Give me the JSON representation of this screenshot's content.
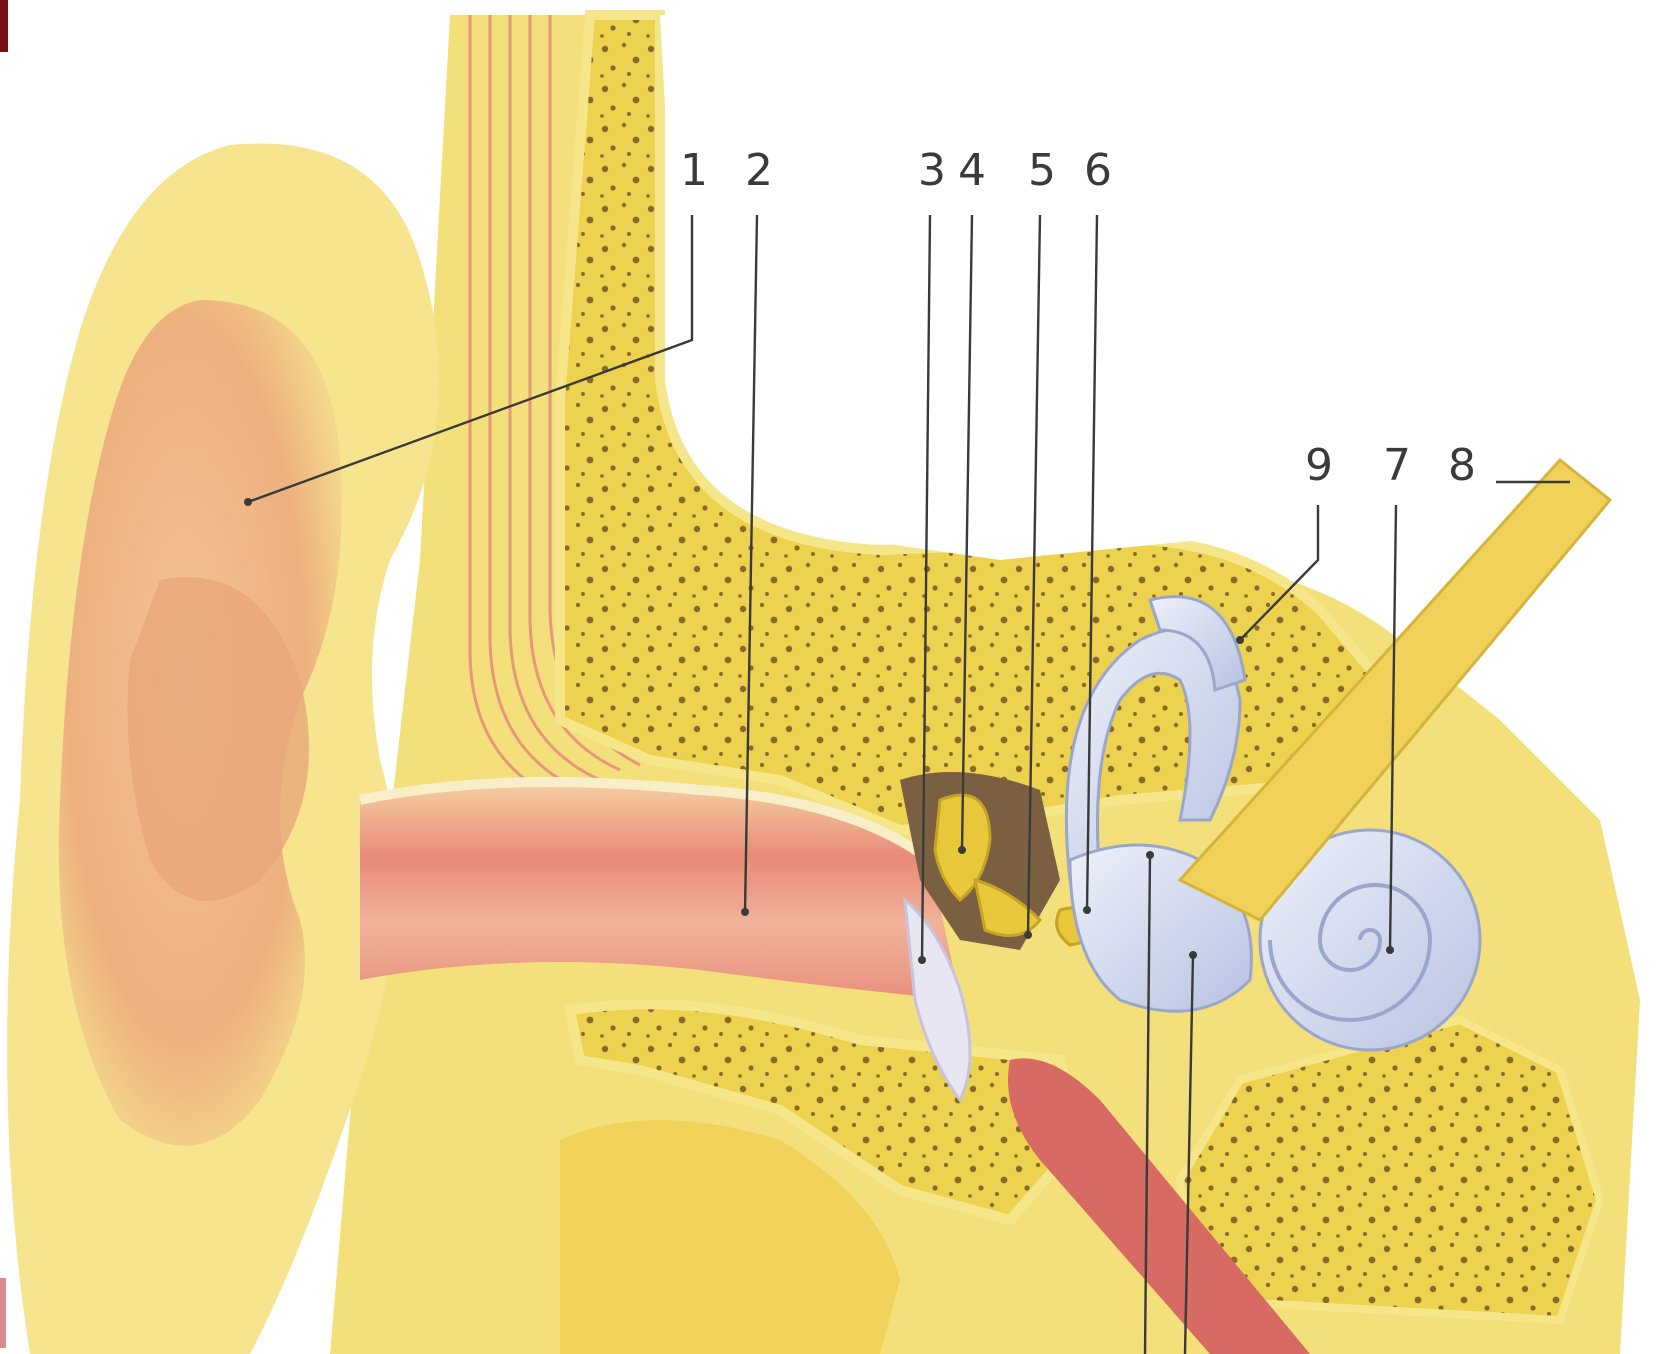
{
  "labels": {
    "l1": "1",
    "l2": "2",
    "l3": "3",
    "l4": "4",
    "l5": "5",
    "l6": "6",
    "l7": "7",
    "l8": "8",
    "l9": "9"
  },
  "colors": {
    "skin": "#f3e07a",
    "skin_light": "#f8ec9e",
    "auricle": "#eeb07e",
    "canal": "#e88a7a",
    "bone": "#ecd24f",
    "bone_spot": "#8a6a2a",
    "inner_ear": "#c9d2ea",
    "ossicles": "#e8c83a",
    "cavity": "#7a6040",
    "tube": "#d76a62",
    "ink": "#3a3a3a",
    "edge_mark": "#7a1010"
  }
}
